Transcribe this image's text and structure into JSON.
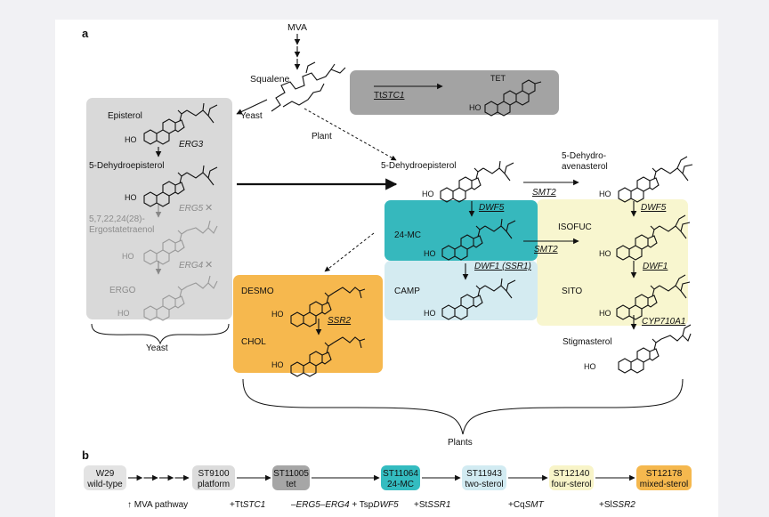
{
  "panel_a": {
    "label": "a",
    "mva": "MVA",
    "squalene": "Squalene",
    "yeast_arrow": "Yeast",
    "plant_arrow": "Plant",
    "tet_enzyme_prefix": "Tt",
    "tet_enzyme_gene": "STC1",
    "tet_product": "TET",
    "ho": "HO",
    "yeast_box": {
      "episterol": "Episterol",
      "erg3": "ERG3",
      "dehydroepisterol": "5-Dehydroepisterol",
      "erg5": "ERG5",
      "cross": "✕",
      "ergostatetraenol_line1": "5,7,22,24(28)-",
      "ergostatetraenol_line2": "Ergostatetraenol",
      "erg4": "ERG4",
      "ergo": "ERGO",
      "caption": "Yeast"
    },
    "plant": {
      "dehydroepisterol": "5-Dehydroepisterol",
      "smt2": "SMT2",
      "dehydroavenasterol_line1": "5-Dehydro-",
      "dehydroavenasterol_line2": "avenasterol",
      "dwf5": "DWF5",
      "mc24": "24-MC",
      "isofuc": "ISOFUC",
      "dwf1_ssr1": "DWF1 (SSR1)",
      "dwf1": "DWF1",
      "camp": "CAMP",
      "sito": "SITO",
      "cyp": "CYP710A1",
      "stigmasterol": "Stigmasterol",
      "desmo": "DESMO",
      "ssr2": "SSR2",
      "chol": "CHOL",
      "caption": "Plants"
    }
  },
  "panel_b": {
    "label": "b",
    "strains": [
      {
        "name": "W29",
        "sub": "wild-type",
        "color": "#e3e3e3"
      },
      {
        "name": "ST9100",
        "sub": "platform",
        "color": "#dcdcdc"
      },
      {
        "name": "ST11005",
        "sub": "tet",
        "color": "#a6a6a6"
      },
      {
        "name": "ST11064",
        "sub": "24-MC",
        "color": "#34bcc0"
      },
      {
        "name": "ST11943",
        "sub": "two-sterol",
        "color": "#d2ebf2"
      },
      {
        "name": "ST12140",
        "sub": "four-sterol",
        "color": "#f8f4c8"
      },
      {
        "name": "ST12178",
        "sub": "mixed-sterol",
        "color": "#f5b84e"
      }
    ],
    "modifications": [
      {
        "prefix": "↑ ",
        "gene": "",
        "suffix": "MVA pathway"
      },
      {
        "prefix": "+Tt",
        "gene": "STC1",
        "suffix": ""
      },
      {
        "prefix": "–",
        "gene": "ERG5–ERG4",
        "suffix": " + Tsp",
        "gene2": "DWF5"
      },
      {
        "prefix": "+St",
        "gene": "SSR1",
        "suffix": ""
      },
      {
        "prefix": "+Cq",
        "gene": "SMT",
        "suffix": ""
      },
      {
        "prefix": "+Sl",
        "gene": "SSR2",
        "suffix": ""
      }
    ]
  },
  "colors": {
    "yeast_box": "#d9d9d9",
    "tet_box": "#a3a3a3",
    "mc24_box": "#36b8bd",
    "camp_box": "#d4ebf1",
    "plant_box": "#f8f6cf",
    "chol_box": "#f6b84e",
    "grey_text": "#8c8c8c"
  }
}
